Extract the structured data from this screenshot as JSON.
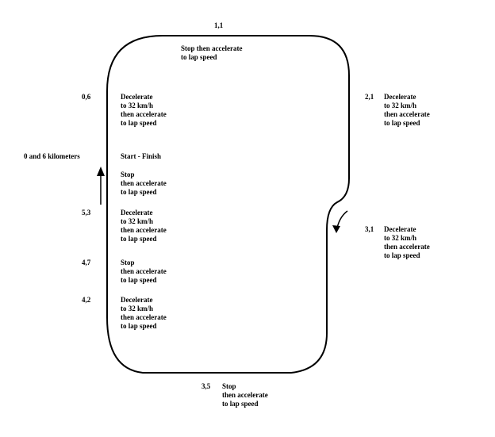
{
  "track_color": "#000000",
  "background_color": "#ffffff",
  "markers": {
    "top": "1,1",
    "right_upper": "2,1",
    "right_lower": "3,1",
    "bottom": "3,5",
    "left_top": "0,6",
    "start_finish": "0 and 6 kilometers",
    "left_53": "5,3",
    "left_47": "4,7",
    "left_42": "4,2"
  },
  "notes": {
    "top": [
      "Stop then accelerate",
      "to lap speed"
    ],
    "left_top": [
      "Decelerate",
      "to 32 km/h",
      "then accelerate",
      "to lap speed"
    ],
    "start_finish": [
      "Start - Finish"
    ],
    "after_start": [
      "Stop",
      "then accelerate",
      "to lap speed"
    ],
    "left_53": [
      "Decelerate",
      "to 32 km/h",
      "then accelerate",
      "to lap speed"
    ],
    "left_47": [
      "Stop",
      "then accelerate",
      "to lap speed"
    ],
    "left_42": [
      "Decelerate",
      "to 32 km/h",
      "then accelerate",
      "to lap speed"
    ],
    "right_upper": [
      "Decelerate",
      "to 32 km/h",
      "then accelerate",
      "to lap speed"
    ],
    "right_lower": [
      "Decelerate",
      "to 32 km/h",
      "then accelerate",
      "to lap speed"
    ],
    "bottom": [
      "Stop",
      "then accelerate",
      "to lap speed"
    ]
  },
  "icons": {
    "direction_left": "up-arrow-icon",
    "direction_right": "curved-down-arrow-icon"
  }
}
